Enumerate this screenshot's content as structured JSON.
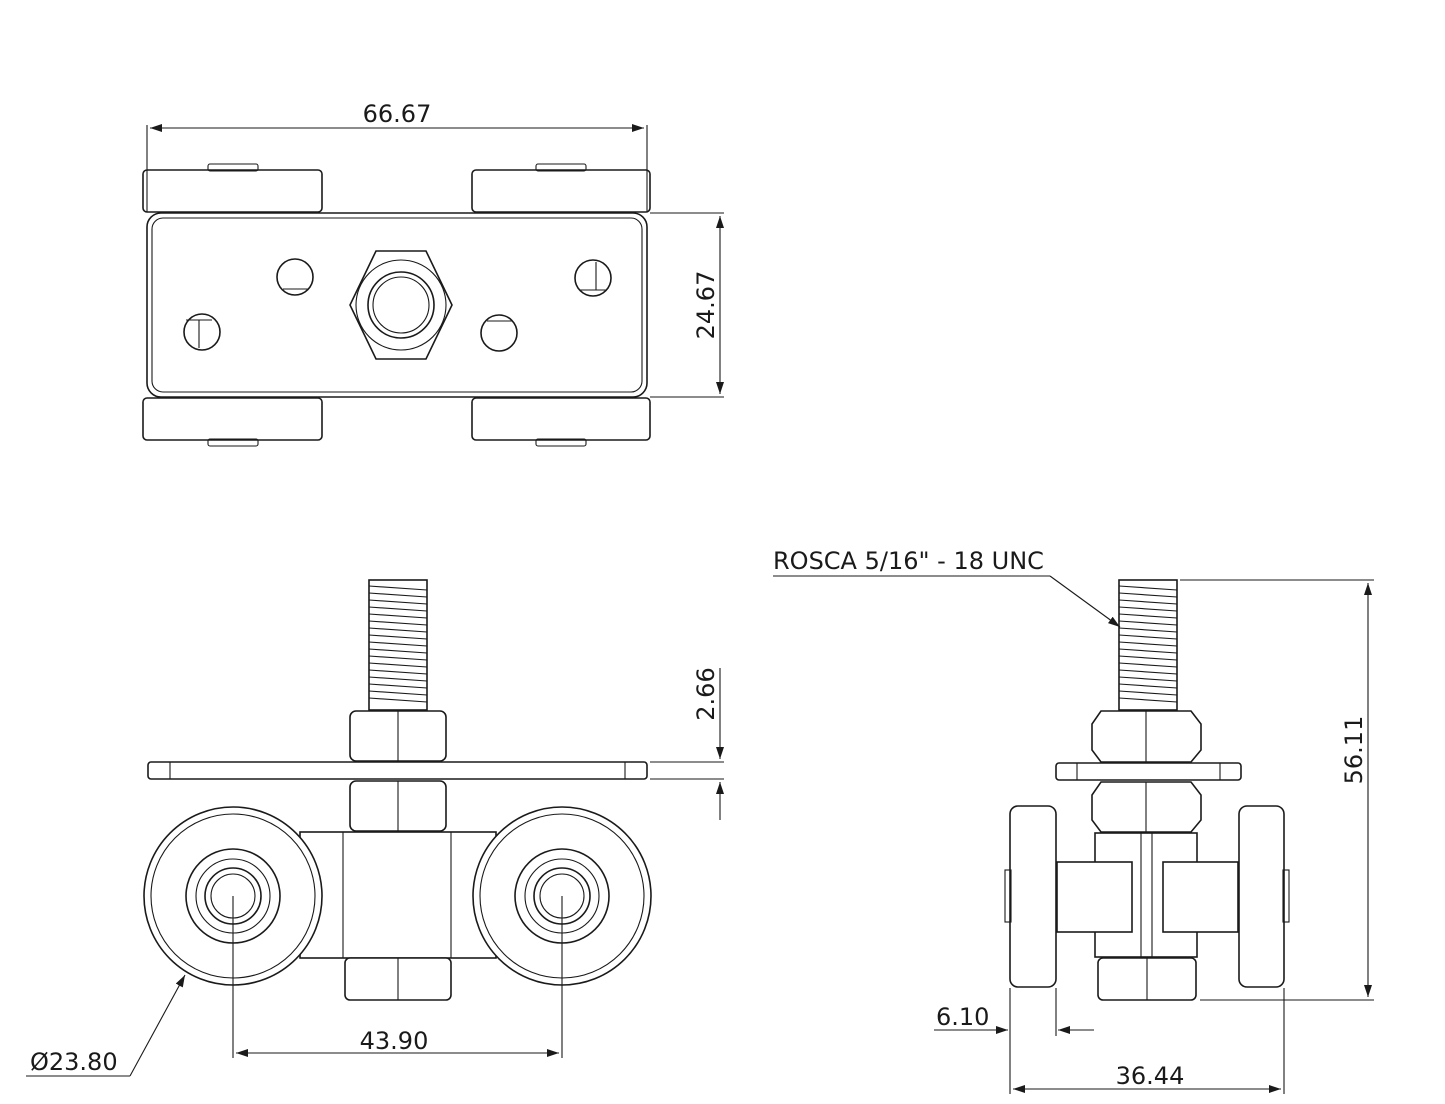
{
  "dimensions": {
    "top_width": "66.67",
    "top_depth": "24.67",
    "plate_thickness": "2.66",
    "wheel_spacing": "43.90",
    "wheel_diameter": "Ø23.80",
    "wheel_width": "6.10",
    "overall_width": "36.44",
    "overall_height": "56.11"
  },
  "notes": {
    "thread_callout": "ROSCA 5/16\" - 18 UNC"
  }
}
